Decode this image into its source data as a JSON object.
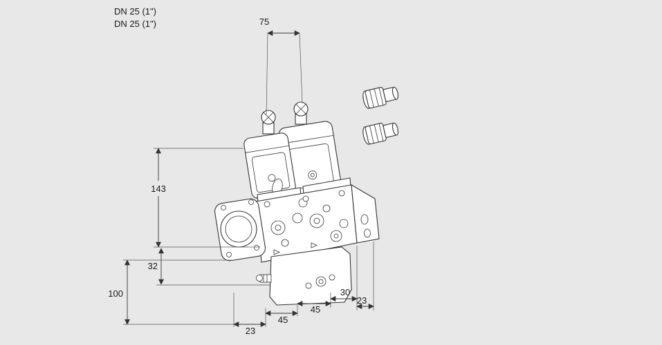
{
  "labels": {
    "dn_line1": "DN 25 (1\")",
    "dn_line2": "DN 25 (1\")"
  },
  "dimensions": {
    "width_top": "75",
    "height_upper": "143",
    "height_offset": "32",
    "height_lower": "100",
    "bottom_seg1": "23",
    "bottom_seg2": "45",
    "bottom_seg3": "45",
    "depth_seg1": "30",
    "depth_seg2": "23"
  },
  "colors": {
    "background": "#e8e8e8",
    "line": "#333333",
    "fill": "#ffffff",
    "text": "#1a1a1a"
  }
}
